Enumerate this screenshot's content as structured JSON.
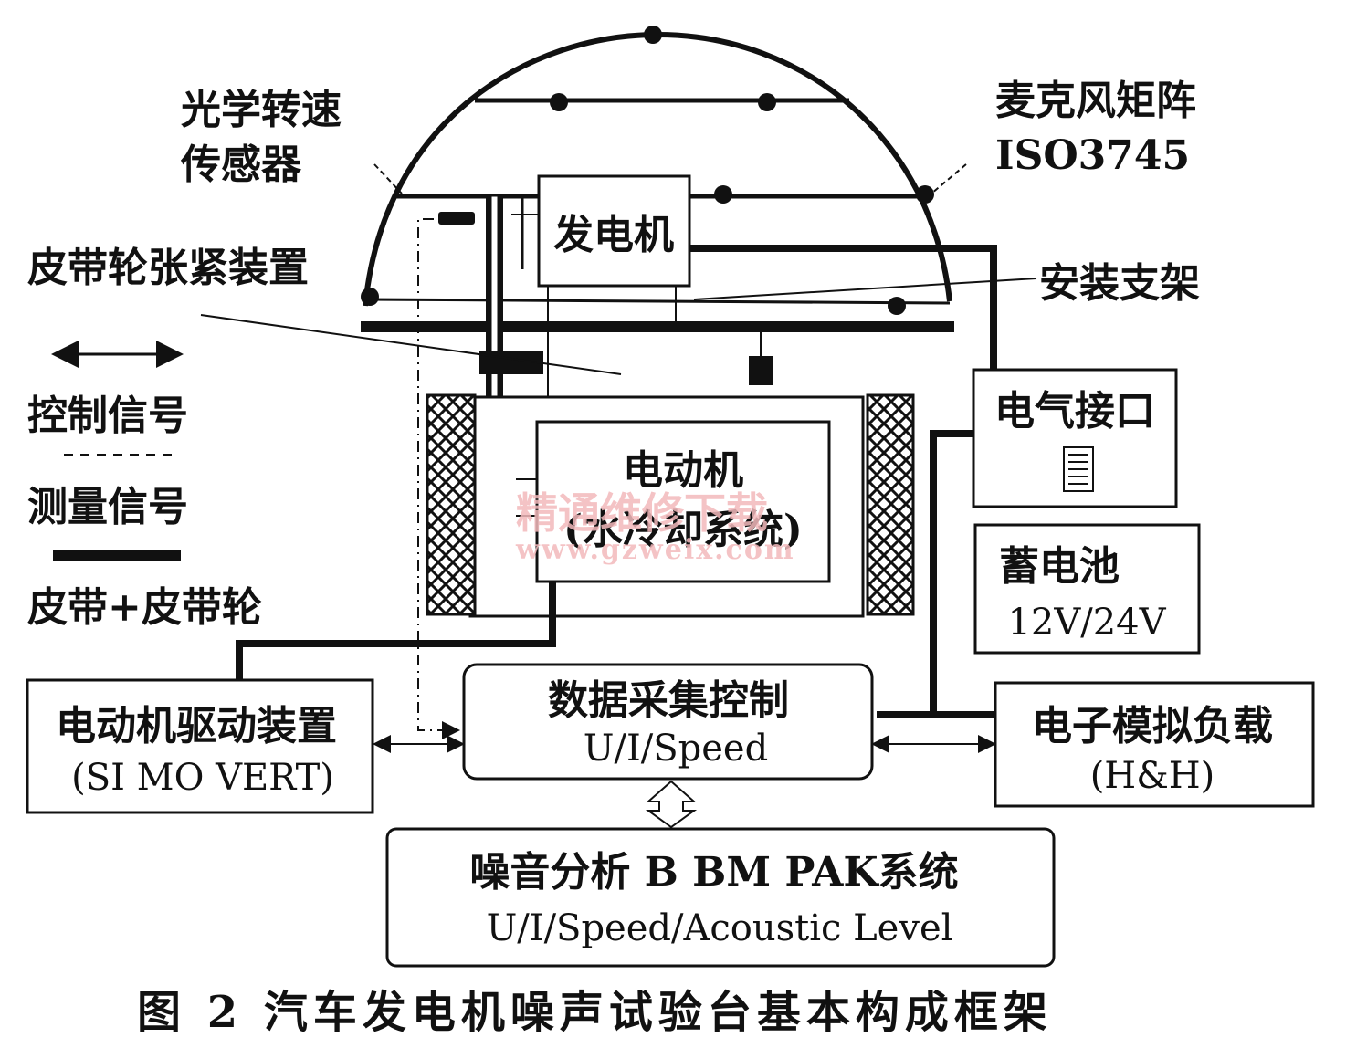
{
  "labels": {
    "optical_sensor_line1": "光学转速",
    "optical_sensor_line2": "传感器",
    "mic_array_line1": "麦克风矩阵",
    "mic_array_line2": "ISO3745",
    "belt_tensioner": "皮带轮张紧装置",
    "mounting_bracket": "安装支架"
  },
  "legend": {
    "control_signal": "控制信号",
    "measure_signal": "测量信号",
    "belt_pulley": "皮带+皮带轮"
  },
  "boxes": {
    "generator": "发电机",
    "motor_line1": "电动机",
    "motor_line2": "(水冷却系统)",
    "electrical_interface": "电气接口",
    "battery_line1": "蓄电池",
    "battery_line2": "12V/24V",
    "daq_line1": "数据采集控制",
    "daq_line2": "U/I/Speed",
    "motor_drive_line1": "电动机驱动装置",
    "motor_drive_line2": "(SI MO VERT)",
    "e_load_line1": "电子模拟负载",
    "e_load_line2": "(H&H)",
    "noise_line1": "噪音分析   B BM PAK系统",
    "noise_line2": "U/I/Speed/Acoustic Level"
  },
  "watermark": {
    "text1": "精通维修下载",
    "text2": "www.gzweix.com"
  },
  "caption": "图 2   汽车发电机噪声试验台基本构成框架"
}
